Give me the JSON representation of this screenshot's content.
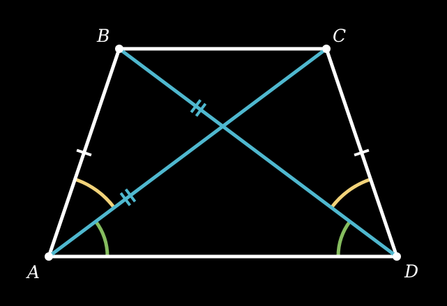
{
  "diagram": {
    "type": "isosceles-trapezoid-with-diagonals",
    "vertices": [
      {
        "id": "A",
        "label": "A"
      },
      {
        "id": "B",
        "label": "B"
      },
      {
        "id": "C",
        "label": "C"
      },
      {
        "id": "D",
        "label": "D"
      }
    ],
    "sides": [
      {
        "id": "AB",
        "from": "A",
        "to": "B",
        "tick_marks": 1
      },
      {
        "id": "BC",
        "from": "B",
        "to": "C",
        "tick_marks": 0
      },
      {
        "id": "CD",
        "from": "C",
        "to": "D",
        "tick_marks": 1
      },
      {
        "id": "DA",
        "from": "D",
        "to": "A",
        "tick_marks": 0
      }
    ],
    "diagonals": [
      {
        "id": "AC",
        "from": "A",
        "to": "C",
        "tick_marks": 2
      },
      {
        "id": "BD",
        "from": "B",
        "to": "D",
        "tick_marks": 2
      }
    ],
    "angle_marks": [
      {
        "id": "angle-BAC",
        "vertex": "A",
        "between": [
          "B",
          "C"
        ],
        "color": "yellow"
      },
      {
        "id": "angle-CAD",
        "vertex": "A",
        "between": [
          "C",
          "D"
        ],
        "color": "green"
      },
      {
        "id": "angle-CDB",
        "vertex": "D",
        "between": [
          "C",
          "B"
        ],
        "color": "yellow"
      },
      {
        "id": "angle-BDA",
        "vertex": "D",
        "between": [
          "B",
          "A"
        ],
        "color": "green"
      }
    ],
    "colors": {
      "background": "#000000",
      "sides": "#ffffff",
      "diagonals": "#4fb8cf",
      "yellow": "#f2d37a",
      "green": "#86bd5f",
      "vertex_dot": "#ffffff",
      "label": "#ffffff"
    }
  }
}
